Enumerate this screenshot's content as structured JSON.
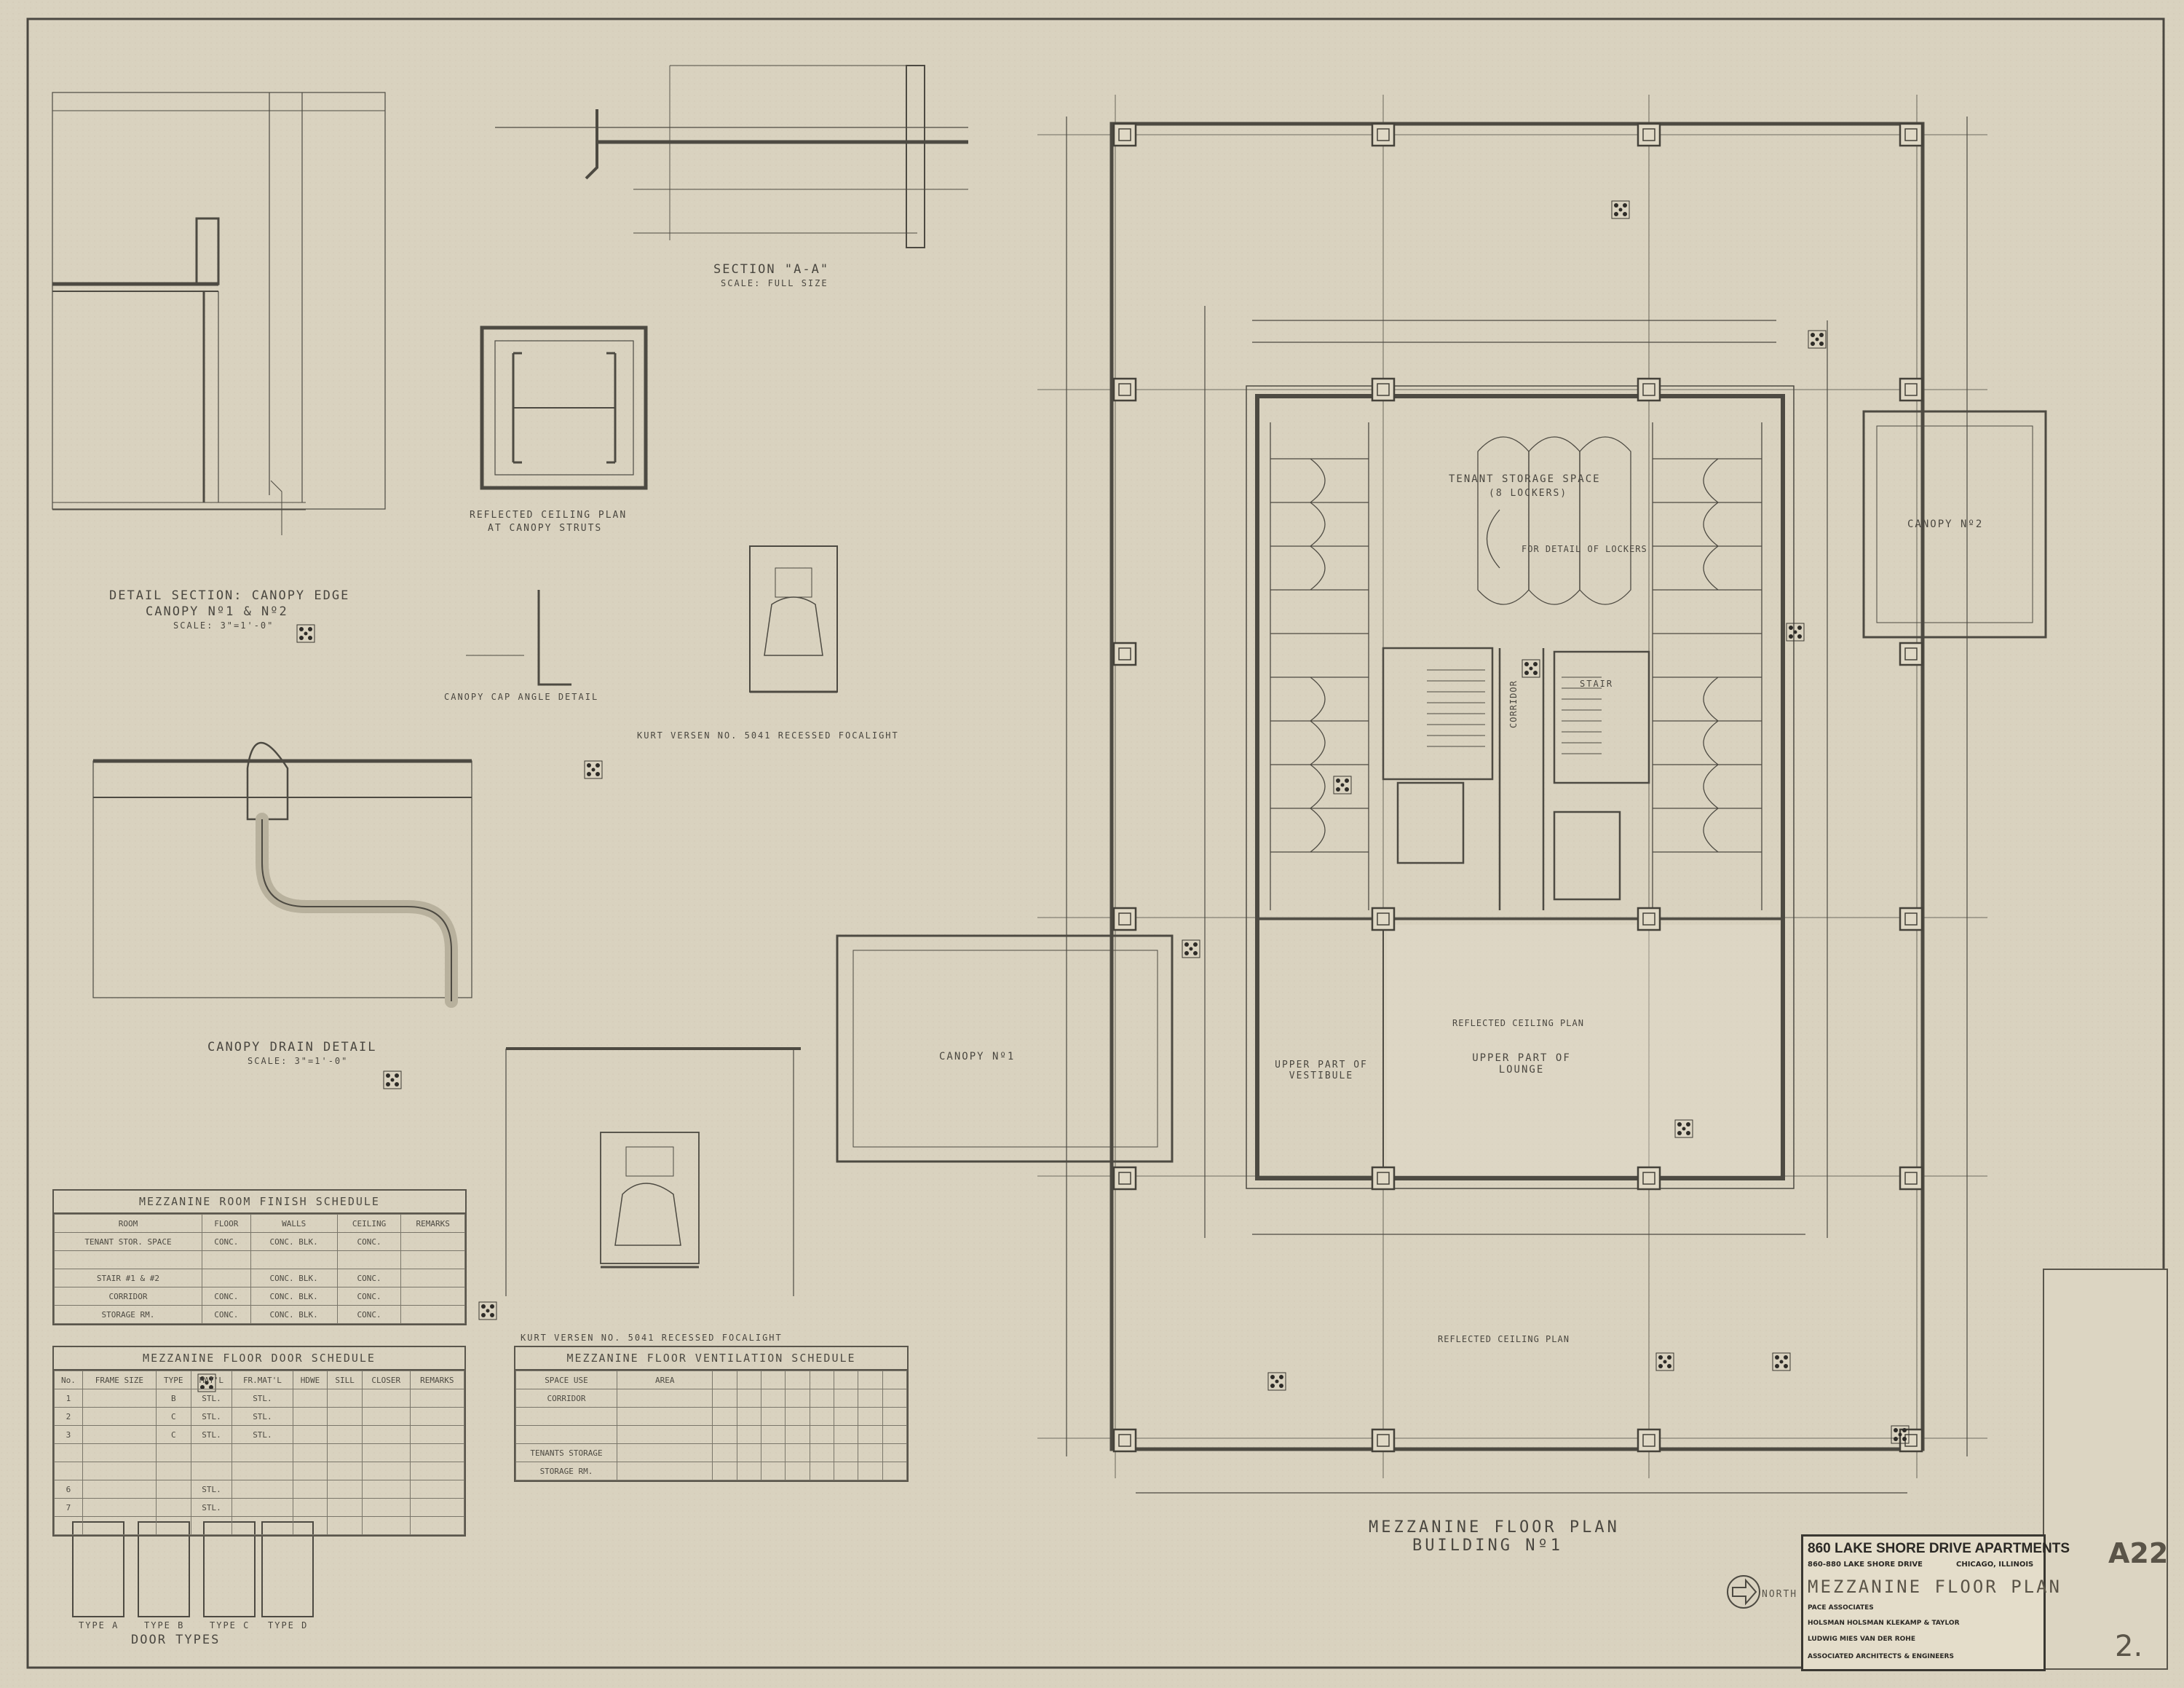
{
  "drawing": {
    "project": "860 LAKE SHORE DRIVE APARTMENTS",
    "address": "860-880 LAKE SHORE DRIVE",
    "city": "CHICAGO, ILLINOIS",
    "sheet_title": "MEZZANINE FLOOR PLAN",
    "sheet_number": "A22",
    "sheet_number_sub": "2.",
    "architects": [
      "PACE ASSOCIATES",
      "HOLSMAN HOLSMAN KLEKAMP & TAYLOR",
      "LUDWIG MIES VAN DER ROHE",
      "ASSOCIATED ARCHITECTS & ENGINEERS"
    ],
    "north_label": "NORTH"
  },
  "main_plan": {
    "title": "MEZZANINE FLOOR PLAN",
    "subtitle": "BUILDING Nº1",
    "rooms": {
      "tenant_storage": "TENANT STORAGE SPACE",
      "tenant_storage_sub": "(8 LOCKERS)",
      "lockers_note": "FOR DETAIL OF LOCKERS",
      "corridor": "CORRIDOR",
      "stair": "STAIR",
      "vestibule": "UPPER PART OF VESTIBULE",
      "lounge": "UPPER PART OF LOUNGE",
      "reflected_plan": "REFLECTED CEILING PLAN",
      "canopy1": "CANOPY Nº1",
      "canopy2": "CANOPY Nº2"
    }
  },
  "details": {
    "canopy_edge": "DETAIL SECTION: CANOPY EDGE",
    "canopy_edge_sub": "CANOPY Nº1 & Nº2",
    "canopy_edge_scale": "SCALE: 3\"=1'-0\"",
    "section_aa": "SECTION \"A-A\"",
    "section_aa_scale": "SCALE: FULL SIZE",
    "reflected_struts": "REFLECTED CEILING PLAN",
    "reflected_struts_sub": "AT CANOPY STRUTS",
    "canopy_cap": "CANOPY CAP ANGLE DETAIL",
    "kurt_note": "KURT VERSEN NO. 5041 RECESSED FOCALIGHT",
    "canopy_drain": "CANOPY DRAIN DETAIL",
    "canopy_drain_scale": "SCALE: 3\"=1'-0\"",
    "kurt_note2": "KURT VERSEN NO. 5041 RECESSED FOCALIGHT"
  },
  "finish_schedule": {
    "title": "MEZZANINE ROOM FINISH SCHEDULE",
    "columns": [
      "ROOM",
      "FLOOR",
      "WALLS",
      "CEILING",
      "REMARKS"
    ],
    "rows": [
      [
        "TENANT STOR. SPACE",
        "CONC.",
        "CONC. BLK.",
        "CONC.",
        ""
      ],
      [
        "",
        "",
        "",
        "",
        ""
      ],
      [
        "STAIR #1 & #2",
        "",
        "CONC. BLK.",
        "CONC.",
        ""
      ],
      [
        "CORRIDOR",
        "CONC.",
        "CONC. BLK.",
        "CONC.",
        ""
      ],
      [
        "STORAGE RM.",
        "CONC.",
        "CONC. BLK.",
        "CONC.",
        ""
      ]
    ]
  },
  "door_schedule": {
    "title": "MEZZANINE FLOOR DOOR SCHEDULE",
    "columns": [
      "No.",
      "FRAME SIZE",
      "TYPE",
      "MAT'L",
      "FR.MAT'L",
      "HDWE",
      "SILL",
      "CLOSER",
      "REMARKS"
    ],
    "rows": [
      [
        "1",
        "",
        "B",
        "STL.",
        "STL.",
        "",
        "",
        "",
        ""
      ],
      [
        "2",
        "",
        "C",
        "STL.",
        "STL.",
        "",
        "",
        "",
        ""
      ],
      [
        "3",
        "",
        "C",
        "STL.",
        "STL.",
        "",
        "",
        "",
        ""
      ],
      [
        "",
        "",
        "",
        "",
        "",
        "",
        "",
        "",
        ""
      ],
      [
        "",
        "",
        "",
        "",
        "",
        "",
        "",
        "",
        ""
      ],
      [
        "6",
        "",
        "",
        "STL.",
        "",
        "",
        "",
        "",
        ""
      ],
      [
        "7",
        "",
        "",
        "STL.",
        "",
        "",
        "",
        "",
        ""
      ],
      [
        "",
        "",
        "",
        "",
        "",
        "",
        "",
        "",
        ""
      ]
    ]
  },
  "ventilation_schedule": {
    "title": "MEZZANINE FLOOR VENTILATION SCHEDULE",
    "columns": [
      "SPACE USE",
      "AREA",
      "",
      "",
      "",
      "",
      "",
      "",
      "",
      ""
    ],
    "rows": [
      [
        "CORRIDOR",
        "",
        "",
        "",
        "",
        "",
        "",
        "",
        "",
        ""
      ],
      [
        "",
        "",
        "",
        "",
        "",
        "",
        "",
        "",
        "",
        ""
      ],
      [
        "",
        "",
        "",
        "",
        "",
        "",
        "",
        "",
        "",
        ""
      ],
      [
        "TENANTS STORAGE",
        "",
        "",
        "",
        "",
        "",
        "",
        "",
        "",
        ""
      ],
      [
        "STORAGE RM.",
        "",
        "",
        "",
        "",
        "",
        "",
        "",
        "",
        ""
      ]
    ]
  },
  "door_types": {
    "title": "DOOR TYPES",
    "types": [
      "TYPE A",
      "TYPE B",
      "TYPE C",
      "TYPE D"
    ]
  }
}
